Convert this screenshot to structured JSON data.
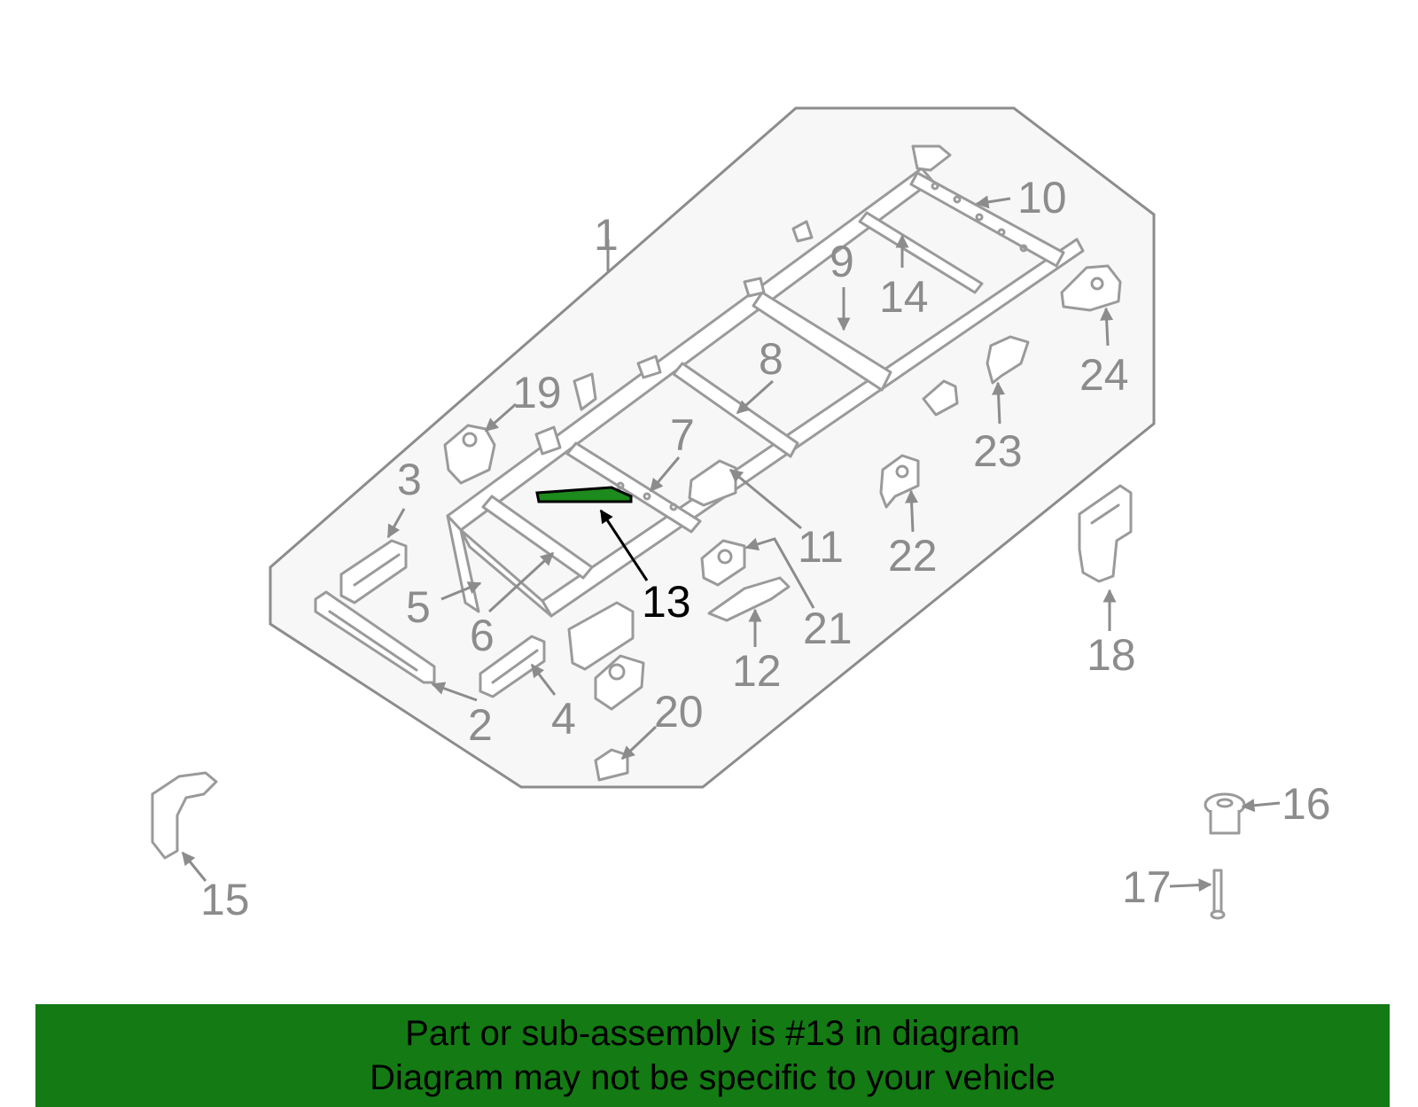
{
  "highlight_color": "#1c8a1c",
  "highlighted_callout": "13",
  "callouts": [
    "1",
    "2",
    "3",
    "4",
    "5",
    "6",
    "7",
    "8",
    "9",
    "10",
    "11",
    "12",
    "13",
    "14",
    "15",
    "16",
    "17",
    "18",
    "19",
    "20",
    "21",
    "22",
    "23",
    "24"
  ],
  "banner": {
    "line1": "Part or sub-assembly is #13 in diagram",
    "line2": "Diagram may not be specific to your vehicle",
    "color": "#147a14"
  }
}
